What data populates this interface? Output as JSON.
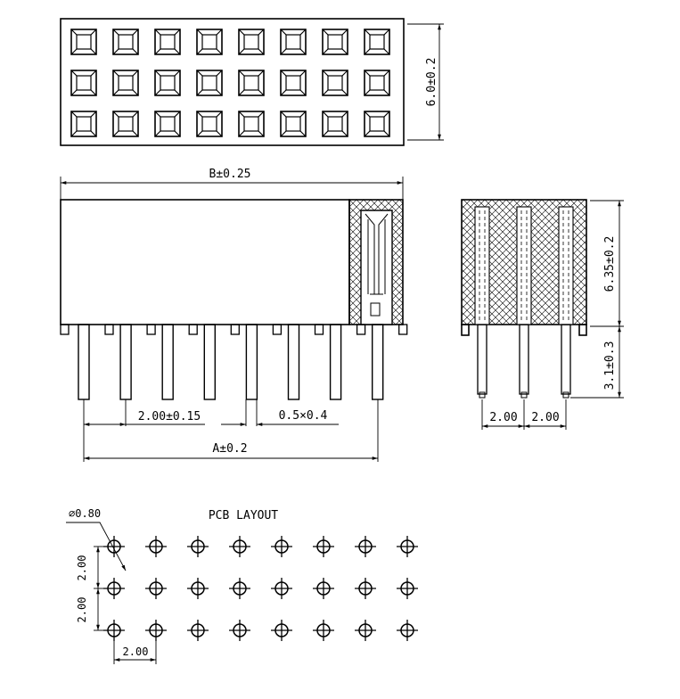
{
  "top_view": {
    "rows": 3,
    "cols": 8,
    "height_dim": "6.0±0.2"
  },
  "front_view": {
    "pins": 8,
    "length_dim": "B±0.25",
    "pitch_dim": "2.00±0.15",
    "pin_size_dim": "0.5×0.4",
    "span_dim": "A±0.2"
  },
  "side_view": {
    "height_dim": "6.35±0.2",
    "tail_dim": "3.1±0.3",
    "pitch_left": "2.00",
    "pitch_right": "2.00"
  },
  "pcb_layout": {
    "title": "PCB LAYOUT",
    "hole_dim": "⌀0.80",
    "rows": 3,
    "cols": 8,
    "v_pitch_top": "2.00",
    "v_pitch_bottom": "2.00",
    "h_pitch": "2.00"
  }
}
